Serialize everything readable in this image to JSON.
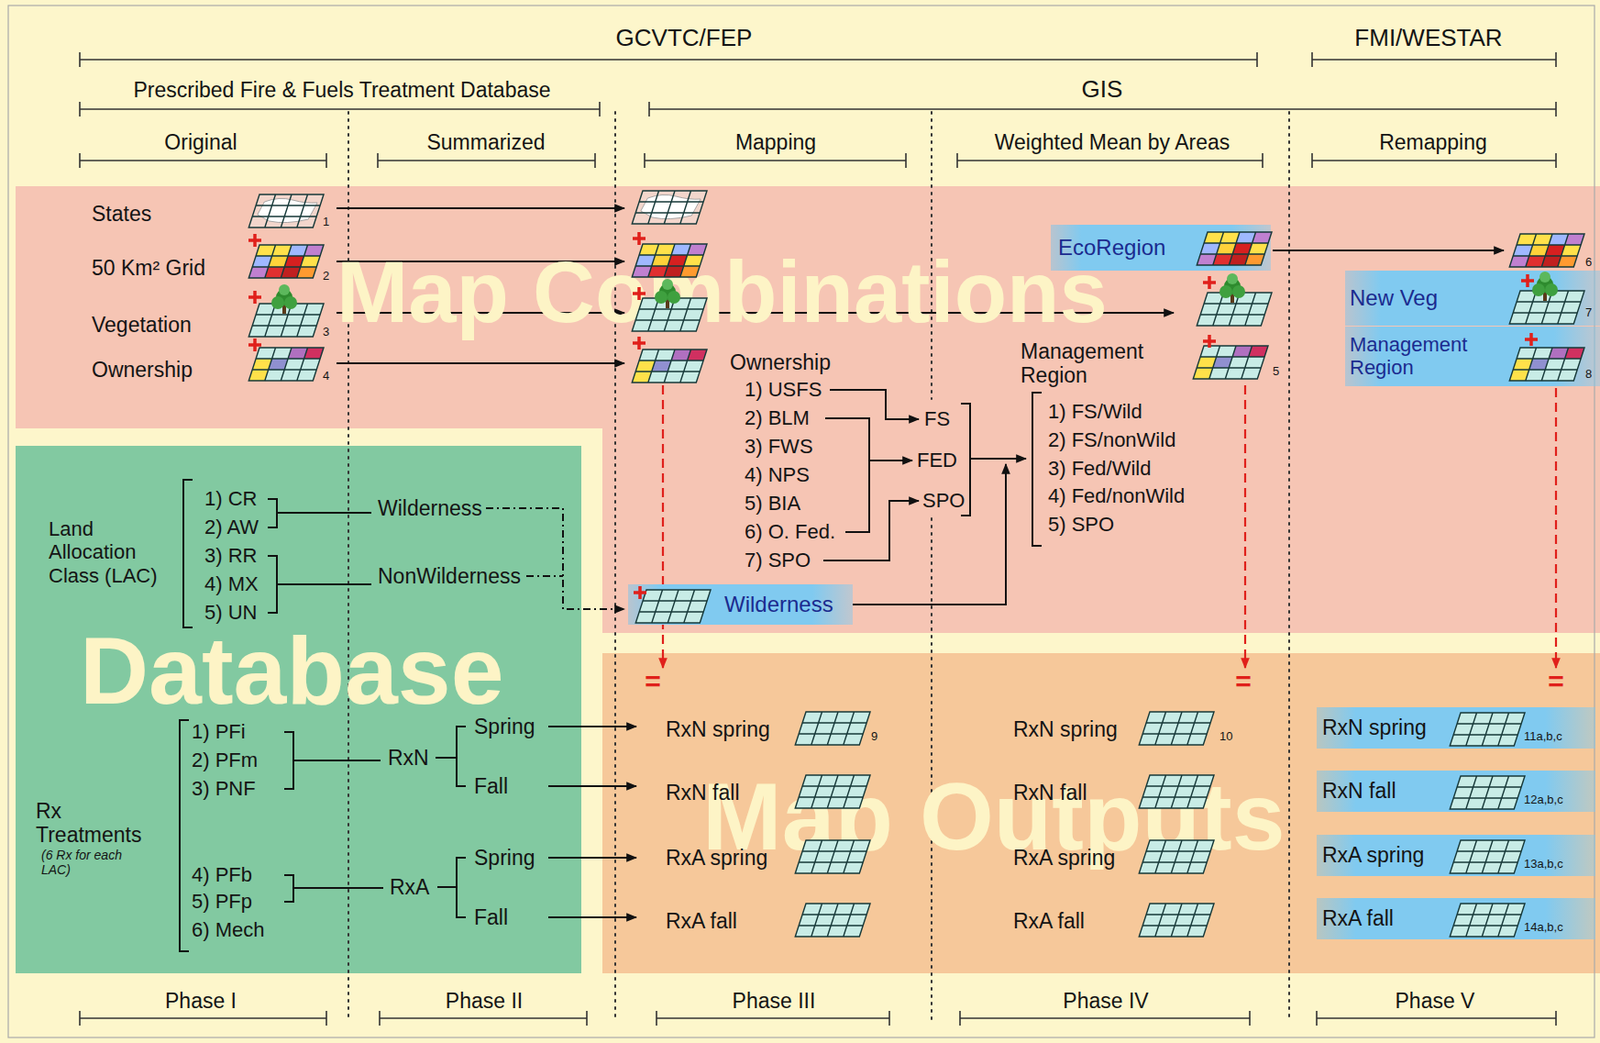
{
  "diagram": {
    "nodes": [
      {
        "text": [
          "Map Combinations"
        ]
      },
      {
        "text": [
          "EcoRegion"
        ],
        "in": 0
      },
      {
        "text": [
          "New Veg",
          "7"
        ],
        "in": 0
      },
      {
        "text": [
          "Management Region",
          "8"
        ],
        "in": 0
      },
      {
        "text": [
          "Wilderness"
        ],
        "in": 0
      },
      {
        "text": [
          "Database"
        ]
      },
      {
        "text": [
          "Map Outputs"
        ]
      },
      {
        "text": [
          "RxN spring",
          "11a,b,c"
        ],
        "in": 6
      },
      {
        "text": [
          "RxN fall",
          "12a,b,c"
        ],
        "in": 6
      },
      {
        "text": [
          "RxA spring",
          "13a,b,c"
        ],
        "in": 6
      },
      {
        "text": [
          "RxA fall",
          "14a,b,c"
        ],
        "in": 6
      }
    ],
    "labels": [
      "GCVTC/FEP",
      "FMI/WESTAR",
      "Prescribed Fire & Fuels Treatment Database",
      "GIS",
      "Original",
      "Summarized",
      "Mapping",
      "Weighted Mean by Areas",
      "Remapping",
      "States",
      "1",
      "50 Km² Grid",
      "2",
      "Vegetation",
      "3",
      "Ownership",
      "4",
      "Ownership",
      "1) USFS",
      "2) BLM",
      "3) FWS",
      "4) NPS",
      "5) BIA",
      "6) O. Fed.",
      "7) SPO",
      "FS",
      "FED",
      "SPO",
      "Management Region",
      "5",
      "1) FS/Wild",
      "2) FS/nonWild",
      "3) Fed/Wild",
      "4) Fed/nonWild",
      "5) SPO",
      "6",
      "Land Allocation Class (LAC)",
      "1) CR",
      "2) AW",
      "3) RR",
      "4) MX",
      "5) UN",
      "Wilderness",
      "NonWilderness",
      "Rx Treatments",
      "(6 Rx for each LAC)",
      "1) PFi",
      "2) PFm",
      "3) PNF",
      "4) PFb",
      "5) PFp",
      "6) Mech",
      "RxN",
      "Spring",
      "Fall",
      "RxA",
      "Spring",
      "Fall",
      "RxN spring",
      "9",
      "RxN fall",
      "RxA spring",
      "RxA fall",
      "RxN spring",
      "10",
      "RxN fall",
      "RxA spring",
      "RxA fall",
      "=",
      "=",
      "=",
      "Phase I",
      "Phase II",
      "Phase III",
      "Phase IV",
      "Phase V"
    ]
  }
}
